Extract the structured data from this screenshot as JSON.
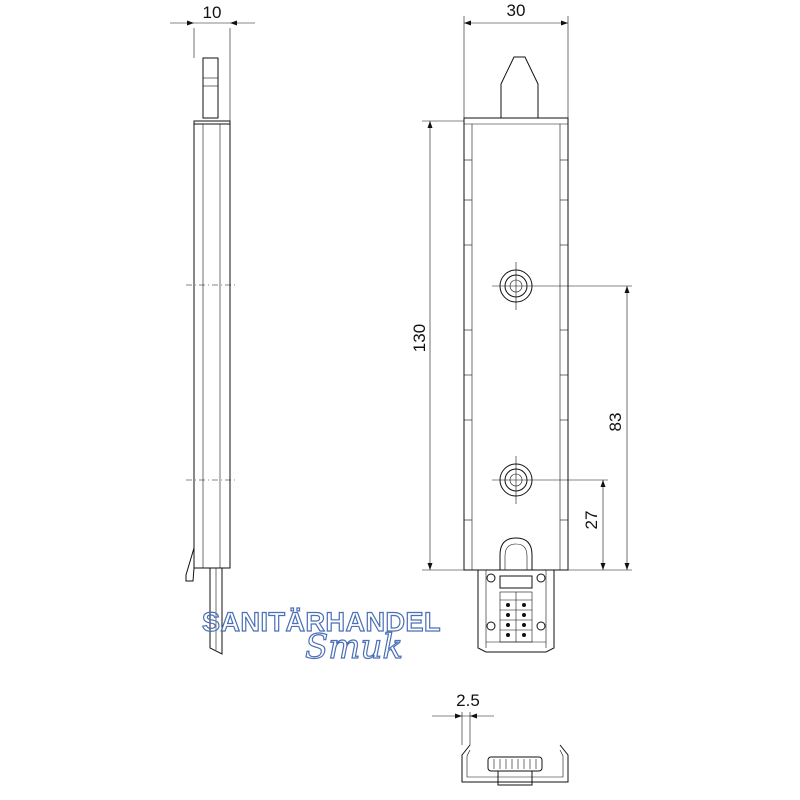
{
  "dimensions": {
    "side_width": "10",
    "front_width": "30",
    "total_length": "130",
    "hole_distance": "83",
    "bottom_hole": "27",
    "profile_offset": "2.5"
  },
  "watermark": {
    "line1": "SANITÄRHANDEL",
    "line2": "Smuk",
    "color": "#4a6fb5"
  },
  "colors": {
    "lines": "#111111",
    "background": "#ffffff"
  }
}
